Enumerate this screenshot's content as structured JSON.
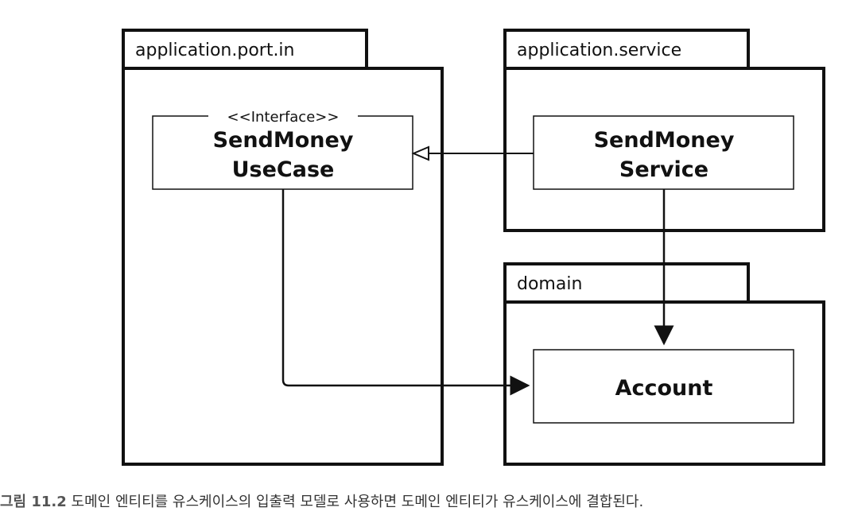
{
  "packages": {
    "port_in": "application.port.in",
    "service": "application.service",
    "domain": "domain"
  },
  "classes": {
    "usecase": {
      "stereotype": "<<Interface>>",
      "line1": "SendMoney",
      "line2": "UseCase"
    },
    "service": {
      "line1": "SendMoney",
      "line2": "Service"
    },
    "account": {
      "name": "Account"
    }
  },
  "caption": {
    "label": "그림 11.2",
    "text": "도메인 엔티티를 유스케이스의 입출력 모델로 사용하면 도메인 엔티티가 유스케이스에 결합된다."
  },
  "colors": {
    "stroke": "#111111",
    "background": "#ffffff"
  }
}
